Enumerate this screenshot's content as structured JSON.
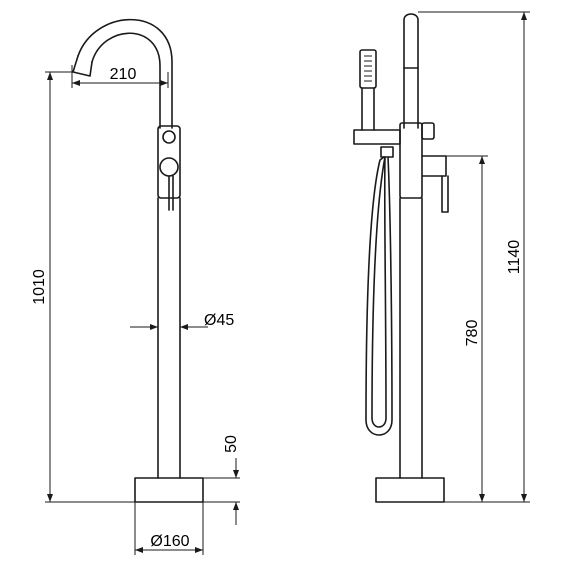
{
  "dimensions": {
    "spout_reach": "210",
    "total_height_front": "1010",
    "pipe_diameter": "Ø45",
    "base_height": "50",
    "base_diameter": "Ø160",
    "total_height_side": "1140",
    "handle_height": "780"
  }
}
